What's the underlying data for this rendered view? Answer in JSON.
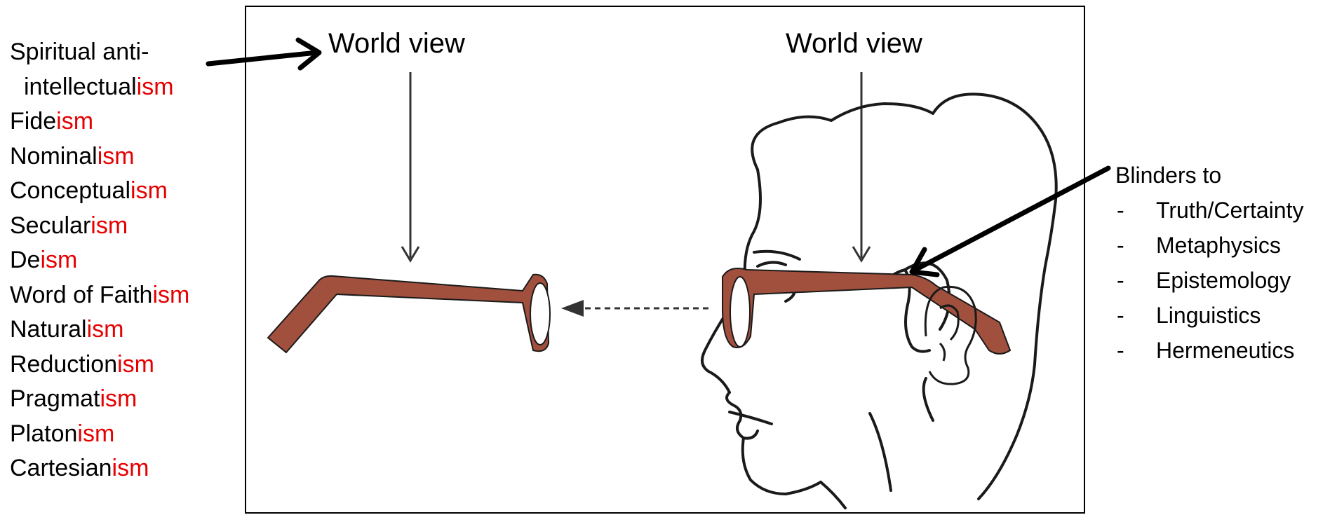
{
  "isms": [
    {
      "stem": "Spiritual anti-",
      "suffix": ""
    },
    {
      "stem": "intellectual",
      "suffix": "ism"
    },
    {
      "stem": "Fide",
      "suffix": "ism"
    },
    {
      "stem": "Nominal",
      "suffix": "ism"
    },
    {
      "stem": "Conceptual",
      "suffix": "ism"
    },
    {
      "stem": "Secular",
      "suffix": "ism"
    },
    {
      "stem": "De",
      "suffix": "ism"
    },
    {
      "stem": "Word of Faith",
      "suffix": "ism"
    },
    {
      "stem": "Natural",
      "suffix": "ism"
    },
    {
      "stem": "Reduction",
      "suffix": "ism"
    },
    {
      "stem": "Pragmat",
      "suffix": "ism"
    },
    {
      "stem": "Platon",
      "suffix": "ism"
    },
    {
      "stem": "Cartesian",
      "suffix": "ism"
    }
  ],
  "worldview_left": "World view",
  "worldview_right": "World view",
  "blinders": {
    "heading": "Blinders to",
    "dash": "-",
    "items": [
      "Truth/Certainty",
      "Metaphysics",
      "Epistemology",
      "Linguistics",
      "Hermeneutics"
    ]
  },
  "colors": {
    "suffix": "#e60000",
    "glasses": "#a0503d",
    "outline": "#1a1a1a"
  }
}
